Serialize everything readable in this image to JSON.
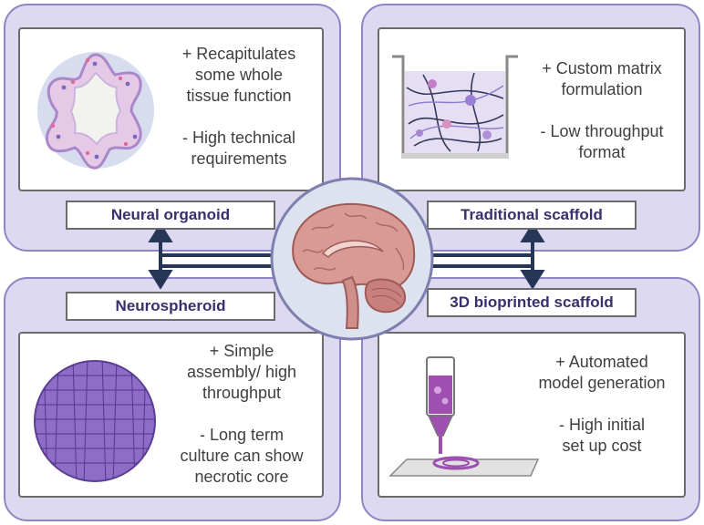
{
  "colors": {
    "panel_fill": "#dcd9f0",
    "panel_border": "#8d86c4",
    "label_text": "#3a2f6b",
    "arrow": "#253657",
    "body_text": "#3f3f3f"
  },
  "quadrants": {
    "neural_organoid": {
      "label": "Neural organoid",
      "pro": [
        "+ Recapitulates",
        "some whole",
        "tissue function"
      ],
      "con": [
        "- High technical",
        "requirements"
      ],
      "icon": "organoid-illustration"
    },
    "traditional_scaffold": {
      "label": "Traditional scaffold",
      "pro": [
        "+ Custom matrix",
        "formulation"
      ],
      "con": [
        "- Low throughput",
        "format"
      ],
      "icon": "scaffold-well-illustration"
    },
    "neurospheroid": {
      "label": "Neurospheroid",
      "pro": [
        "+ Simple",
        "assembly/ high",
        "throughput"
      ],
      "con": [
        "- Long term",
        "culture can show",
        "necrotic core"
      ],
      "icon": "spheroid-illustration"
    },
    "bioprinted_scaffold": {
      "label": "3D bioprinted scaffold",
      "pro": [
        "+ Automated",
        "model generation"
      ],
      "con": [
        "- High initial",
        "set up cost"
      ],
      "icon": "bioprinter-illustration"
    }
  },
  "center": {
    "icon": "brain-sagittal-illustration"
  }
}
